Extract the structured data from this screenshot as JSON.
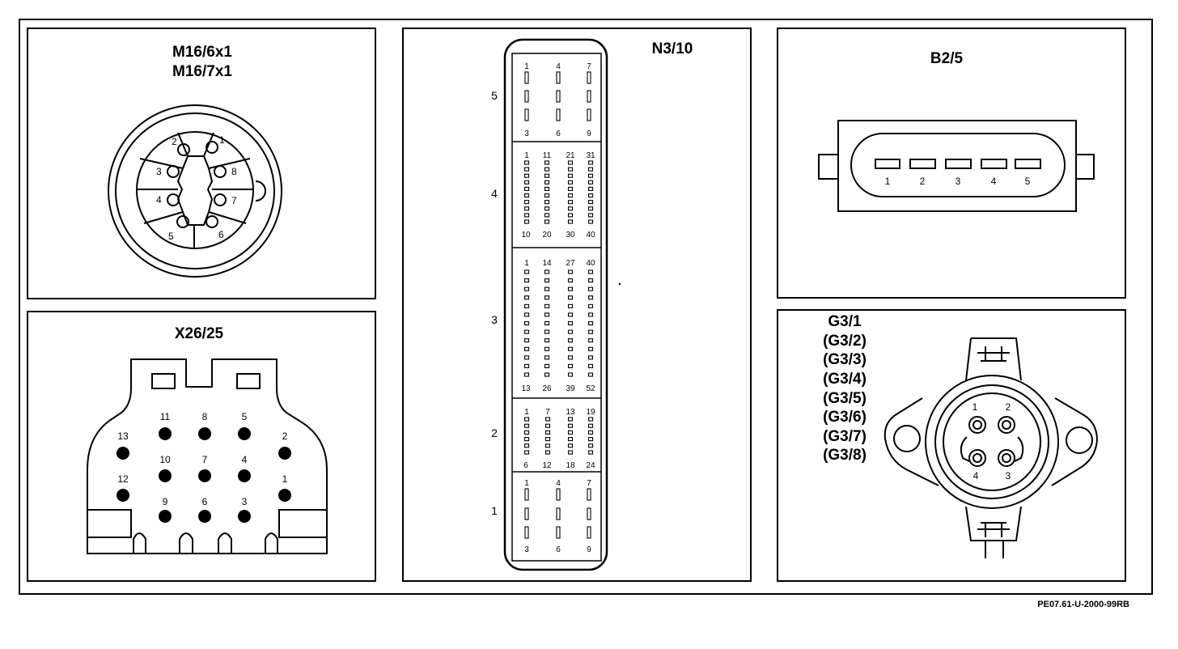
{
  "footer_id": "PE07.61-U-2000-99RB",
  "panels": {
    "m16": {
      "title_lines": [
        "M16/6x1",
        "M16/7x1"
      ],
      "pins": [
        "1",
        "2",
        "3",
        "4",
        "5",
        "6",
        "7",
        "8"
      ]
    },
    "x26": {
      "title": "X26/25",
      "pins": [
        "1",
        "2",
        "3",
        "4",
        "5",
        "6",
        "7",
        "8",
        "9",
        "10",
        "11",
        "12",
        "13"
      ]
    },
    "n3": {
      "title": "N3/10",
      "sections": [
        {
          "label": "5",
          "top": [
            "1",
            "4",
            "7"
          ],
          "bottom": [
            "3",
            "6",
            "9"
          ]
        },
        {
          "label": "4",
          "top": [
            "1",
            "11",
            "21",
            "31"
          ],
          "bottom": [
            "10",
            "20",
            "30",
            "40"
          ]
        },
        {
          "label": "3",
          "top": [
            "1",
            "14",
            "27",
            "40"
          ],
          "bottom": [
            "13",
            "26",
            "39",
            "52"
          ]
        },
        {
          "label": "2",
          "top": [
            "1",
            "7",
            "13",
            "19"
          ],
          "bottom": [
            "6",
            "12",
            "18",
            "24"
          ]
        },
        {
          "label": "1",
          "top": [
            "1",
            "4",
            "7"
          ],
          "bottom": [
            "3",
            "6",
            "9"
          ]
        }
      ]
    },
    "b25": {
      "title": "B2/5",
      "pins": [
        "1",
        "2",
        "3",
        "4",
        "5"
      ]
    },
    "g3": {
      "title_lines": [
        "G3/1",
        "(G3/2)",
        "(G3/3)",
        "(G3/4)",
        "(G3/5)",
        "(G3/6)",
        "(G3/7)",
        "(G3/8)"
      ],
      "pins": [
        "1",
        "2",
        "3",
        "4"
      ]
    }
  }
}
